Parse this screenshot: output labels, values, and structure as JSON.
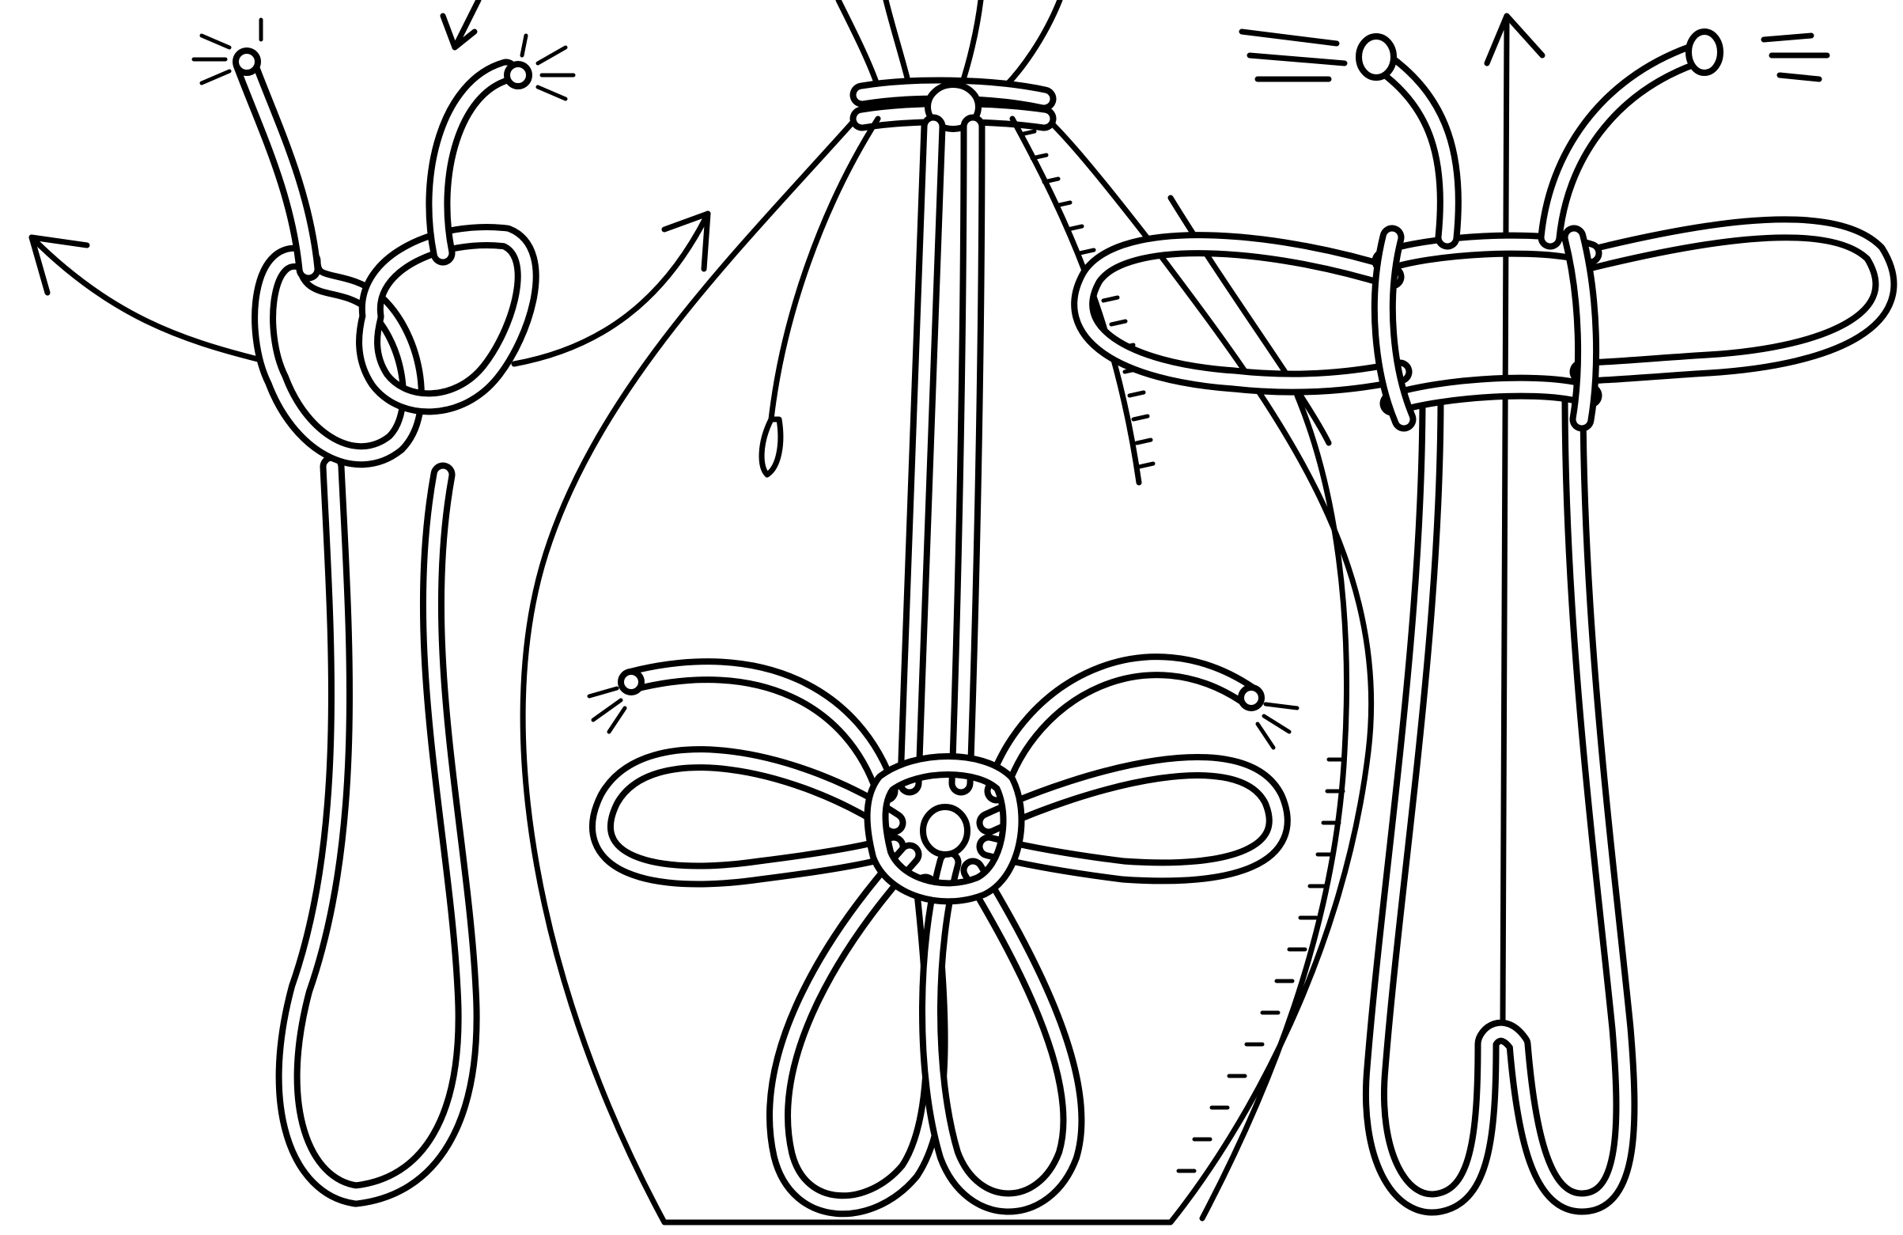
{
  "colors": {
    "ink": "#000000",
    "paper": "#ffffff"
  },
  "figures": [
    {
      "id": "left-knot"
    },
    {
      "id": "center-bag"
    },
    {
      "id": "right-knot"
    }
  ]
}
